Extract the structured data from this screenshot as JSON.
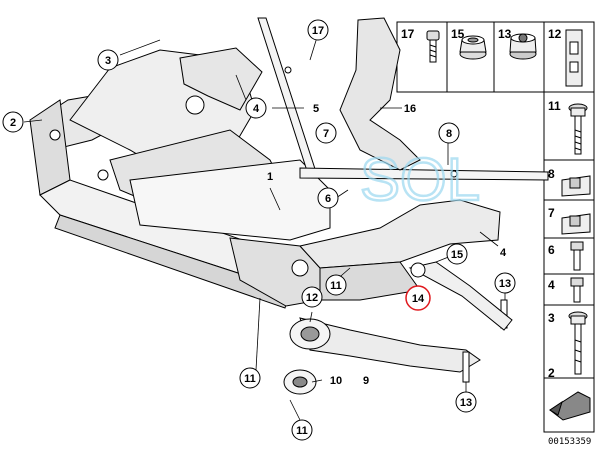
{
  "diagram": {
    "watermark": "SOL",
    "reference_code": "00153359",
    "callouts": {
      "c1": "1",
      "c2": "2",
      "c3": "3",
      "c4a": "4",
      "c4b": "4",
      "c5": "5",
      "c6": "6",
      "c7": "7",
      "c8": "8",
      "c9": "9",
      "c10": "10",
      "c11a": "11",
      "c11b": "11",
      "c11c": "11",
      "c12": "12",
      "c13a": "13",
      "c13b": "13",
      "c14": "14",
      "c15": "15",
      "c16": "16",
      "c17": "17"
    },
    "highlighted_callout": "14",
    "highlight_color": "#e0191e",
    "parts_table": {
      "top_row": [
        "17",
        "15",
        "13",
        "12"
      ],
      "right_column": [
        "11",
        "8",
        "7",
        "6",
        "4",
        "3",
        "2"
      ]
    }
  }
}
